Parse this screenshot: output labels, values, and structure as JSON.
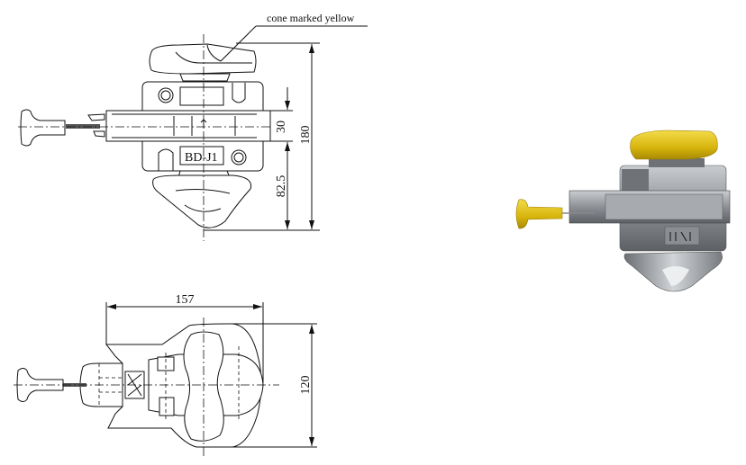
{
  "callout": {
    "text": "cone marked yellow"
  },
  "top_view": {
    "plate_label": "BD-J1",
    "dims": {
      "slider_height": "30",
      "lower_height": "82.5",
      "total_height": "180"
    }
  },
  "bottom_view": {
    "dims": {
      "length": "157",
      "width": "120"
    }
  },
  "render": {
    "cone_color": "#e3c21a",
    "body_color": "#9a9ea3",
    "handle_color": "#e8c620"
  }
}
